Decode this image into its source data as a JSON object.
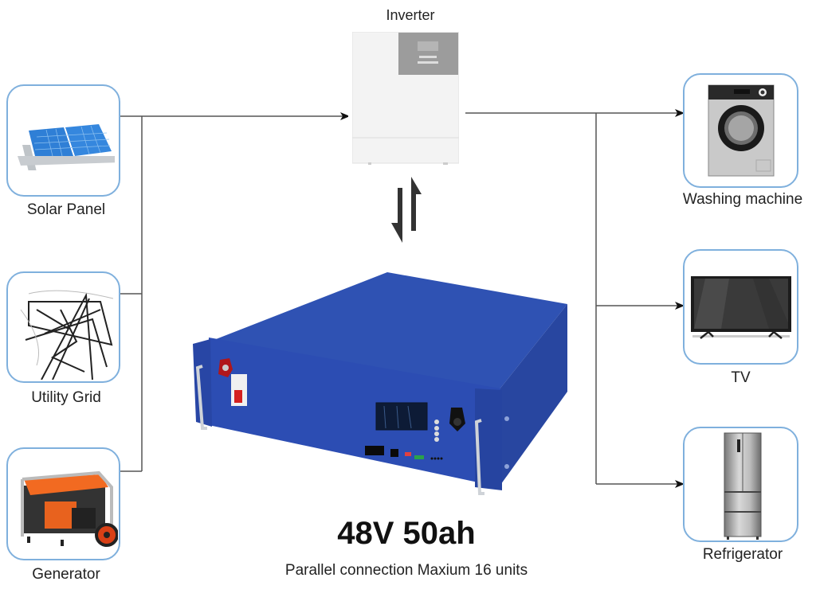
{
  "diagram": {
    "title": "48V 50ah",
    "subtitle": "Parallel connection Maxium 16 units",
    "center": {
      "label": "Inverter",
      "icon": "inverter-icon"
    },
    "battery": {
      "icon": "rack-battery-icon",
      "color": "#2b4fb0"
    },
    "sources": [
      {
        "label": "Solar Panel",
        "icon": "solar-panel-icon"
      },
      {
        "label": "Utility Grid",
        "icon": "power-tower-icon"
      },
      {
        "label": "Generator",
        "icon": "generator-icon"
      }
    ],
    "loads": [
      {
        "label": "Washing machine",
        "icon": "washing-machine-icon"
      },
      {
        "label": "TV",
        "icon": "tv-icon"
      },
      {
        "label": "Refrigerator",
        "icon": "refrigerator-icon"
      }
    ],
    "colors": {
      "card_border": "#7fb0dd",
      "line": "#555555",
      "arrow": "#111111"
    }
  }
}
